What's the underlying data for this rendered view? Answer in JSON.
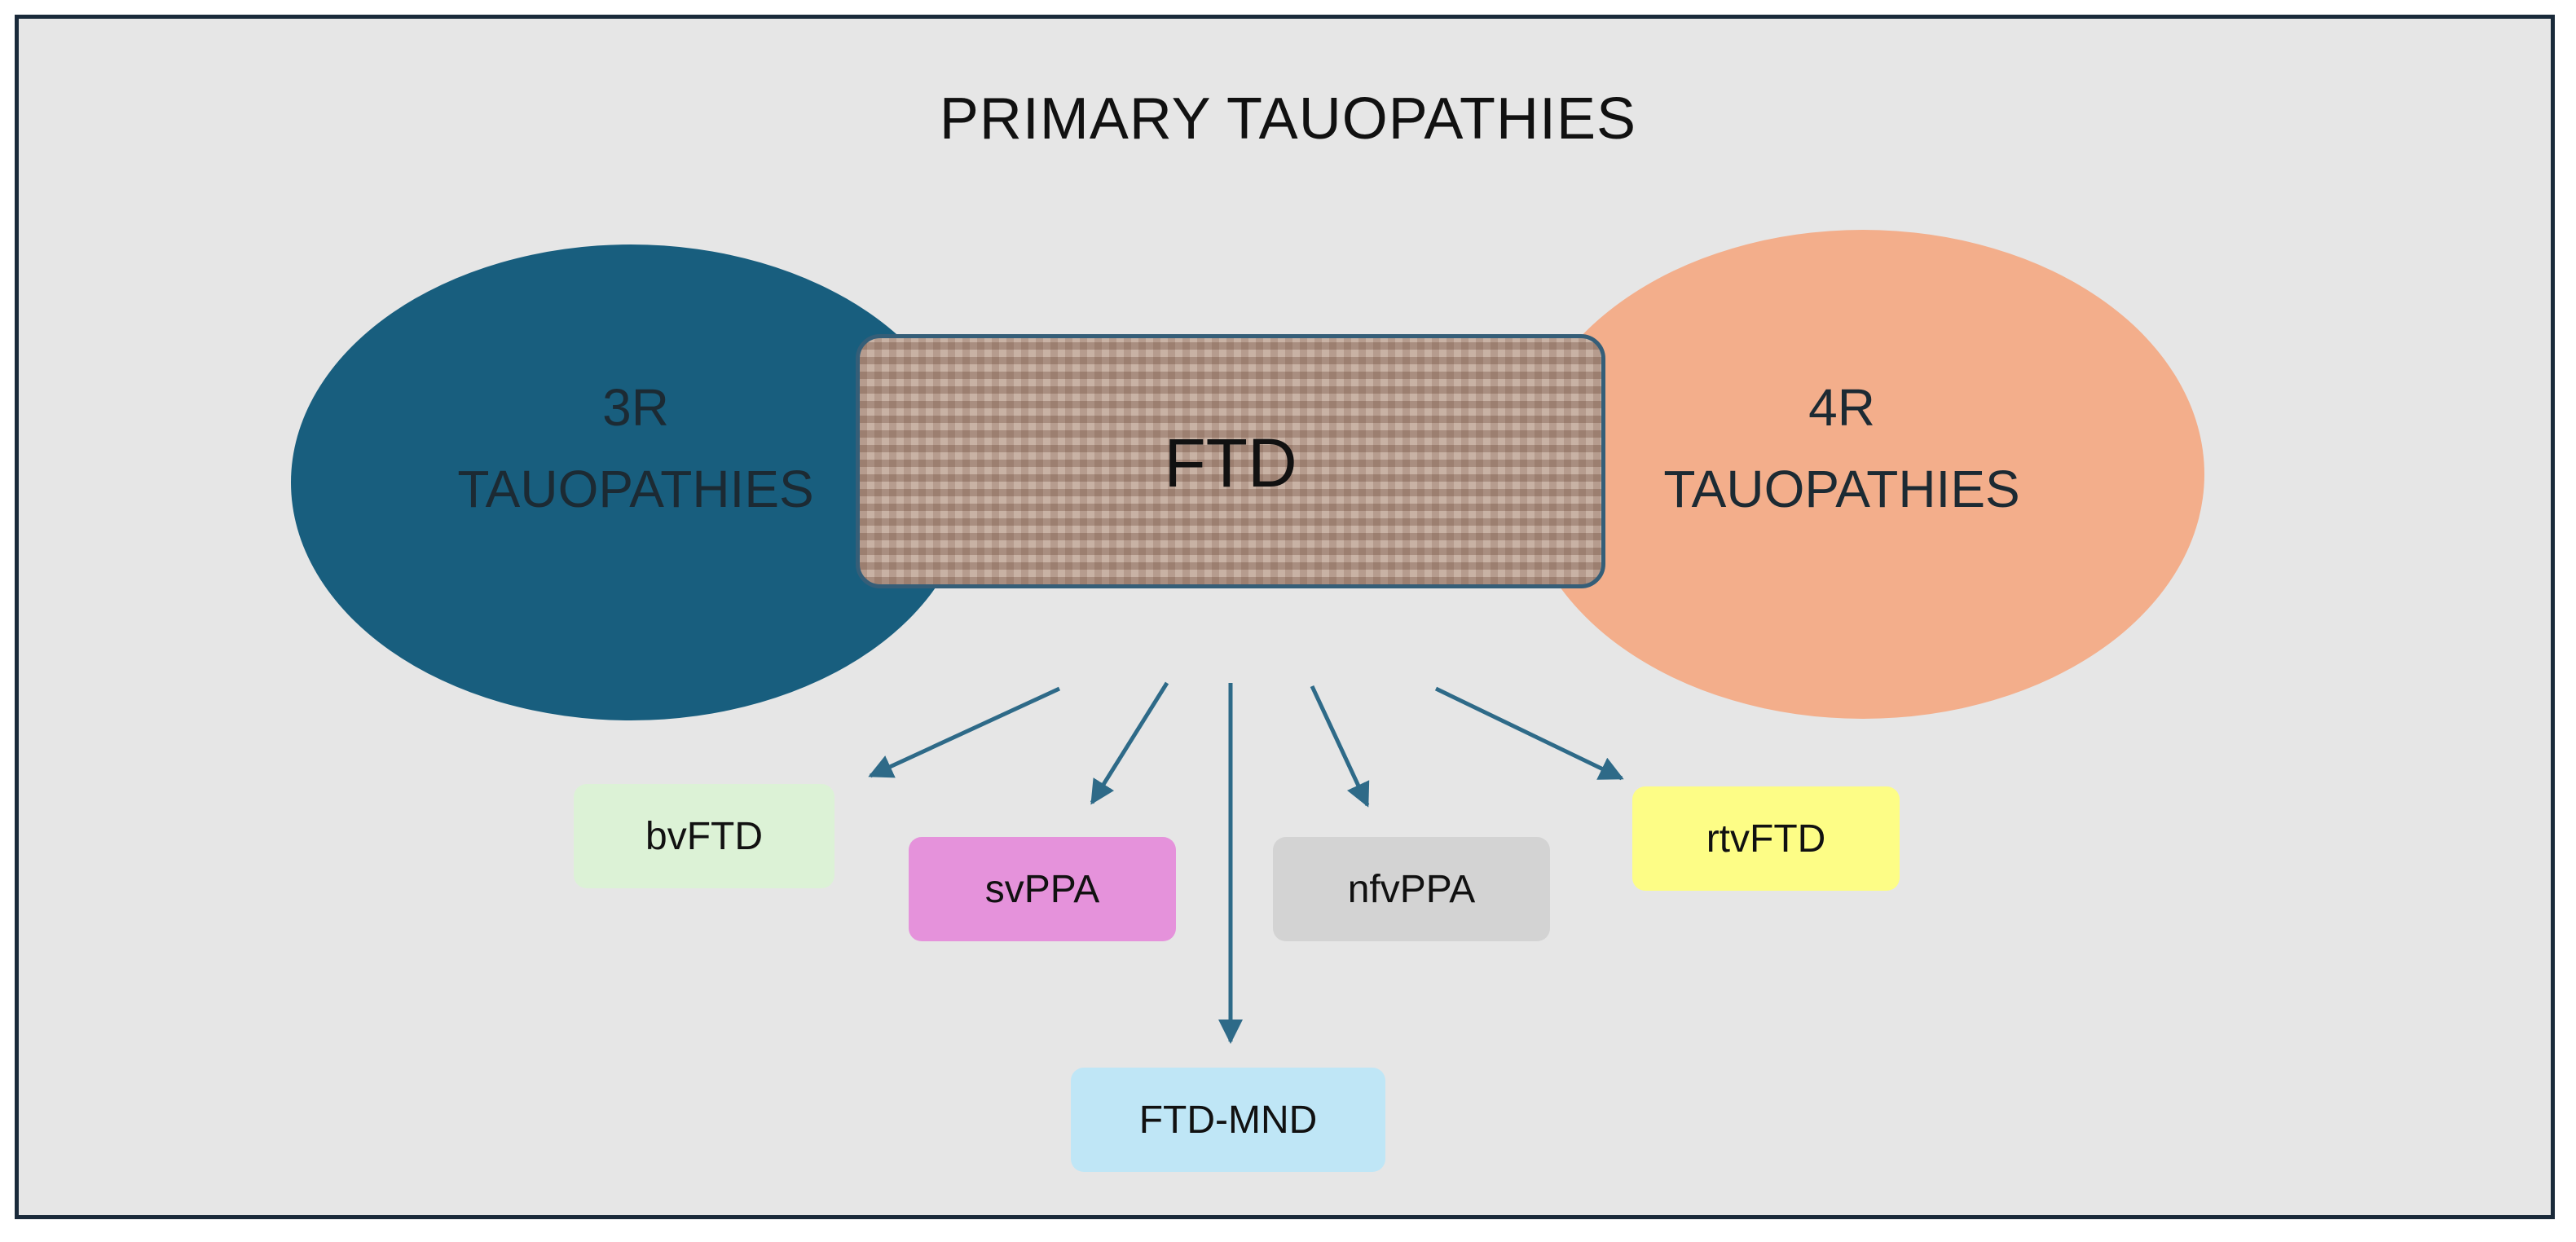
{
  "title": "PRIMARY TAUOPATHIES",
  "left_group": {
    "label": "3R\nTAUOPATHIES",
    "color": "#185e7e"
  },
  "right_group": {
    "label": "4R\nTAUOPATHIES",
    "color": "#f3ae8b"
  },
  "center": {
    "label": "FTD"
  },
  "subtypes": [
    {
      "label": "bvFTD",
      "color": "#dcf2d6"
    },
    {
      "label": "svPPA",
      "color": "#e592db"
    },
    {
      "label": "FTD-MND",
      "color": "#bfe6f6"
    },
    {
      "label": "nfvPPA",
      "color": "#d3d3d3"
    },
    {
      "label": "rtvFTD",
      "color": "#fdfd86"
    }
  ],
  "arrow_color": "#2e6a88"
}
